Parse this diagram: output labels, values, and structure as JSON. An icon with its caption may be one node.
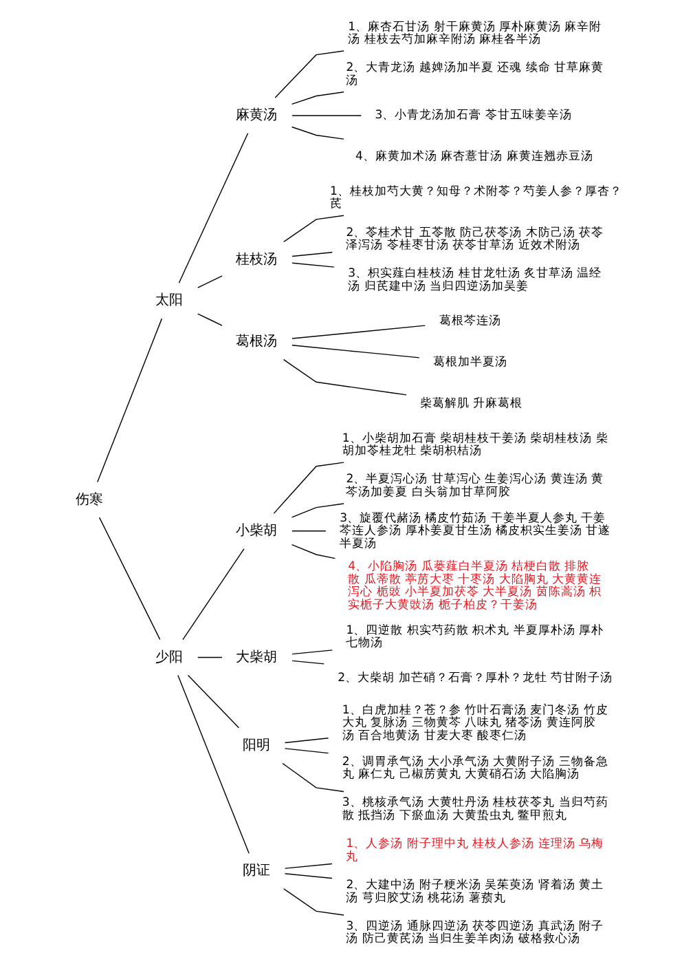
{
  "diagram": {
    "nodes": [
      {
        "text": [
          "伤寒"
        ]
      },
      {
        "text": [
          "太阳"
        ]
      },
      {
        "text": [
          "麻黄汤"
        ]
      },
      {
        "text": [
          "1、麻杏石甘汤 射干麻黄汤 厚朴麻黄汤 麻辛附汤 桂枝去芍加麻辛附汤 麻桂各半汤"
        ]
      },
      {
        "text": [
          "2、大青龙汤 越婢汤加半夏 还魂 续命 甘草麻黄汤"
        ]
      },
      {
        "text": [
          "3、小青龙汤加石膏 苓甘五味姜辛汤"
        ]
      },
      {
        "text": [
          "4、麻黄加术汤 麻杏薏甘汤 麻黄连翘赤豆汤"
        ]
      },
      {
        "text": [
          "桂枝汤"
        ]
      },
      {
        "text": [
          "1、桂枝加芍大黄？知母？术附苓？芍姜人参？厚杏？芪"
        ]
      },
      {
        "text": [
          "2、苓桂术甘 五苓散 防己茯苓汤 木防己汤 茯苓泽泻汤 苓桂枣甘汤 茯苓甘草汤 近效术附汤"
        ]
      },
      {
        "text": [
          "3、枳实薤白桂枝汤 桂甘龙牡汤 炙甘草汤 温经汤 归芪建中汤 当归四逆汤加吴姜"
        ]
      },
      {
        "text": [
          "葛根汤"
        ]
      },
      {
        "text": [
          "葛根芩连汤"
        ]
      },
      {
        "text": [
          "葛根加半夏汤"
        ]
      },
      {
        "text": [
          "柴葛解肌 升麻葛根"
        ]
      },
      {
        "text": [
          "少阳"
        ]
      },
      {
        "text": [
          "小柴胡"
        ]
      },
      {
        "text": [
          "1、小柴胡加石膏 柴胡桂枝干姜汤 柴胡桂枝汤 柴胡加苓桂龙牡 柴胡枳桔汤"
        ]
      },
      {
        "text": [
          "2、半夏泻心汤 甘草泻心 生姜泻心汤 黄连汤 黄芩汤加姜夏 白头翁加甘草阿胶"
        ]
      },
      {
        "text": [
          "3、旋覆代赭汤 橘皮竹茹汤 干姜半夏人参丸 干姜芩连人参汤 厚朴姜夏甘生汤 橘皮枳实生姜汤 甘遂半夏汤"
        ]
      },
      {
        "text": [
          "4、小陷胸汤 瓜蒌薤白半夏汤 桔梗白散 排脓散 瓜蒂散 葶苈大枣 十枣汤 大陷胸丸 大黄黄连泻心 栀豉 小半夏加茯苓 大半夏汤 茵陈蒿汤 枳实栀子大黄豉汤 栀子柏皮？干姜汤"
        ]
      },
      {
        "text": [
          "大柴胡"
        ]
      },
      {
        "text": [
          "1、四逆散 枳实芍药散 枳术丸 半夏厚朴汤 厚朴七物汤"
        ]
      },
      {
        "text": [
          "2、大柴胡 加芒硝？石膏？厚朴？龙牡 芍甘附子汤"
        ]
      },
      {
        "text": [
          "阳明"
        ]
      },
      {
        "text": [
          "1、白虎加桂？苍？参 竹叶石膏汤 麦门冬汤 竹皮大丸 复脉汤 三物黄芩 八味丸 猪苓汤 黄连阿胶汤 百合地黄汤 甘麦大枣 酸枣仁汤"
        ]
      },
      {
        "text": [
          "2、调胃承气汤 大小承气汤 大黄附子汤 三物备急丸 麻仁丸 己椒苈黄丸 大黄硝石汤 大陷胸汤"
        ]
      },
      {
        "text": [
          "3、桃核承气汤 大黄牡丹汤 桂枝茯苓丸 当归芍药散 抵挡汤 下瘀血汤 大黄蛰虫丸 鳖甲煎丸"
        ]
      },
      {
        "text": [
          "阴证"
        ]
      },
      {
        "text": [
          "1、人参汤 附子理中丸 桂枝人参汤 连理汤 乌梅丸"
        ]
      },
      {
        "text": [
          "2、大建中汤 附子粳米汤 吴茱萸汤 肾着汤 黄土汤 芎归胶艾汤 桃花汤 薯蓣丸"
        ]
      },
      {
        "text": [
          "3、四逆汤 通脉四逆汤 茯苓四逆汤 真武汤 附子汤 防己黄芪汤 当归生姜羊肉汤 破格救心汤"
        ]
      }
    ],
    "edges": [
      {
        "from": 0,
        "to": 1,
        "arrow": "none"
      },
      {
        "from": 0,
        "to": 15,
        "arrow": "none"
      },
      {
        "from": 1,
        "to": 2,
        "arrow": "none"
      },
      {
        "from": 1,
        "to": 7,
        "arrow": "none"
      },
      {
        "from": 1,
        "to": 11,
        "arrow": "none"
      },
      {
        "from": 2,
        "to": 3,
        "arrow": "none"
      },
      {
        "from": 2,
        "to": 4,
        "arrow": "none"
      },
      {
        "from": 2,
        "to": 5,
        "arrow": "none"
      },
      {
        "from": 2,
        "to": 6,
        "arrow": "none"
      },
      {
        "from": 7,
        "to": 8,
        "arrow": "none"
      },
      {
        "from": 7,
        "to": 9,
        "arrow": "none"
      },
      {
        "from": 7,
        "to": 10,
        "arrow": "none"
      },
      {
        "from": 11,
        "to": 12,
        "arrow": "none"
      },
      {
        "from": 11,
        "to": 13,
        "arrow": "none"
      },
      {
        "from": 11,
        "to": 14,
        "arrow": "none"
      },
      {
        "from": 15,
        "to": 16,
        "arrow": "none"
      },
      {
        "from": 15,
        "to": 21,
        "arrow": "none"
      },
      {
        "from": 15,
        "to": 24,
        "arrow": "none"
      },
      {
        "from": 15,
        "to": 28,
        "arrow": "none"
      },
      {
        "from": 16,
        "to": 17,
        "arrow": "none"
      },
      {
        "from": 16,
        "to": 18,
        "arrow": "none"
      },
      {
        "from": 16,
        "to": 19,
        "arrow": "none"
      },
      {
        "from": 16,
        "to": 20,
        "arrow": "none"
      },
      {
        "from": 21,
        "to": 22,
        "arrow": "none"
      },
      {
        "from": 21,
        "to": 23,
        "arrow": "none"
      },
      {
        "from": 24,
        "to": 25,
        "arrow": "none"
      },
      {
        "from": 24,
        "to": 26,
        "arrow": "none"
      },
      {
        "from": 24,
        "to": 27,
        "arrow": "none"
      },
      {
        "from": 28,
        "to": 29,
        "arrow": "none"
      },
      {
        "from": 28,
        "to": 30,
        "arrow": "none"
      },
      {
        "from": 28,
        "to": 31,
        "arrow": "none"
      }
    ]
  }
}
